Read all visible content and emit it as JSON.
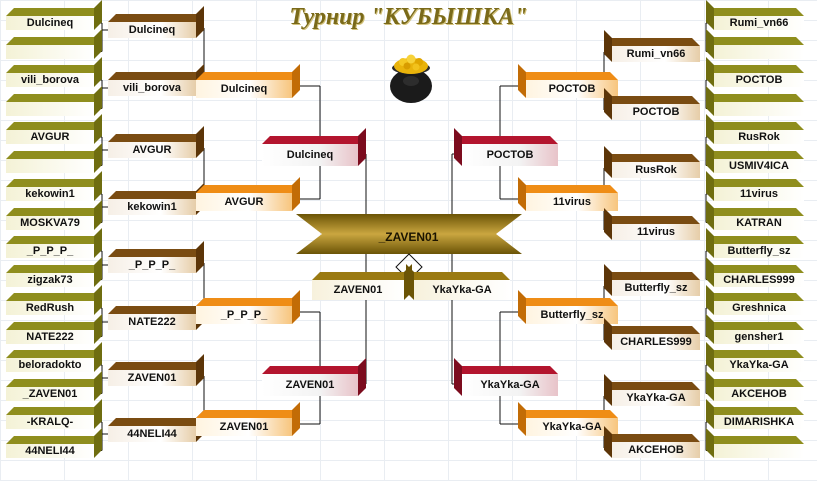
{
  "title": "Турнир \"КУБЫШКА\"",
  "champion": "_ZAVEN01",
  "icons": {
    "pot": "gold-pot-icon"
  },
  "colors": {
    "olive": "#8f8e1e",
    "olive_face": "#f4f2d6",
    "brown": "#7a4c12",
    "orange": "#ef8d16",
    "red": "#b3152e",
    "gold": "#9a7a12"
  },
  "bracket": {
    "left_r0": [
      "Dulcineq",
      "",
      "vili_borova",
      "",
      "AVGUR",
      "",
      "kekowin1",
      "MOSKVA79",
      "_P_P_P_",
      "zigzak73",
      "RedRush",
      "NATE222",
      "beloradokto",
      "_ZAVEN01",
      "-KRALQ-",
      "44NELI44"
    ],
    "left_r1": [
      "Dulcineq",
      "vili_borova",
      "AVGUR",
      "kekowin1",
      "_P_P_P_",
      "NATE222",
      "ZAVEN01",
      "44NELI44"
    ],
    "left_r2": [
      "Dulcineq",
      "AVGUR",
      "_P_P_P_",
      "ZAVEN01"
    ],
    "left_r3": [
      "Dulcineq",
      "ZAVEN01"
    ],
    "final_left": "ZAVEN01",
    "final_right": "YkaYka-GA",
    "right_r3": [
      "POCTOB",
      "YkaYka-GA"
    ],
    "right_r2": [
      "POCTOB",
      "11virus",
      "Butterfly_sz",
      "YkaYka-GA"
    ],
    "right_r1": [
      "Rumi_vn66",
      "POCTOB",
      "RusRok",
      "11virus",
      "Butterfly_sz",
      "CHARLES999",
      "YkaYka-GA",
      "AKCEHOB"
    ],
    "right_r0": [
      "Rumi_vn66",
      "",
      "POCTOB",
      "",
      "RusRok",
      "USMIV4ICA",
      "11virus",
      "KATRAN",
      "Butterfly_sz",
      "CHARLES999",
      "Greshnica",
      "gensher1",
      "YkaYka-GA",
      "AKCEHOB",
      "DIMARISHKA",
      ""
    ]
  }
}
